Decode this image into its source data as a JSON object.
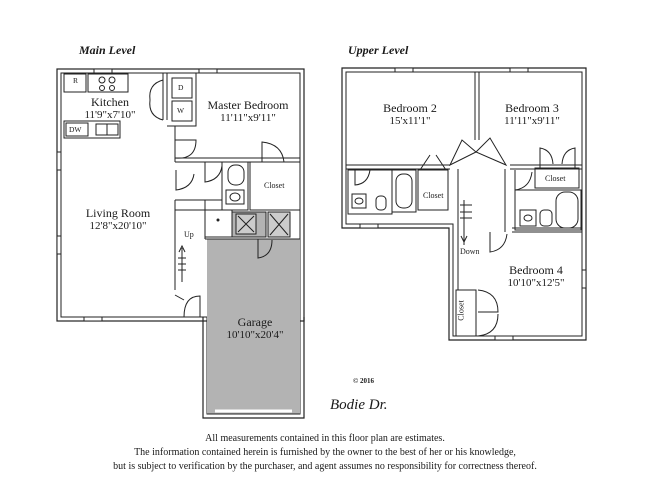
{
  "main_level": {
    "title": "Main Level",
    "kitchen": {
      "name": "Kitchen",
      "dim": "11'9\"x7'10\""
    },
    "master_bedroom": {
      "name": "Master Bedroom",
      "dim": "11'11\"x9'11\""
    },
    "living_room": {
      "name": "Living Room",
      "dim": "12'8\"x20'10\""
    },
    "garage": {
      "name": "Garage",
      "dim": "10'10\"x20'4\""
    },
    "closet_label": "Closet",
    "stair_label": "Up",
    "fixtures": {
      "refrigerator": "R",
      "dishwasher": "DW",
      "dryer": "D",
      "washer": "W"
    }
  },
  "upper_level": {
    "title": "Upper Level",
    "bedroom2": {
      "name": "Bedroom 2",
      "dim": "15'x11'1\""
    },
    "bedroom3": {
      "name": "Bedroom 3",
      "dim": "11'11\"x9'11\""
    },
    "bedroom4": {
      "name": "Bedroom 4",
      "dim": "10'10\"x12'5\""
    },
    "closet_b2": "Closet",
    "closet_b3": "Closet",
    "closet_b4": "Closet",
    "stair_label": "Down"
  },
  "copyright": "© 2016",
  "street": "Bodie Dr.",
  "disclaimer": [
    "All measurements contained in this floor plan are estimates.",
    "The information contained herein is furnished by the owner to the best of her or his knowledge,",
    "but is subject to verification by the purchaser, and agent assumes no responsibility for correctness thereof."
  ],
  "colors": {
    "wall": "#222222",
    "garage_fill": "#b3b3b3"
  }
}
